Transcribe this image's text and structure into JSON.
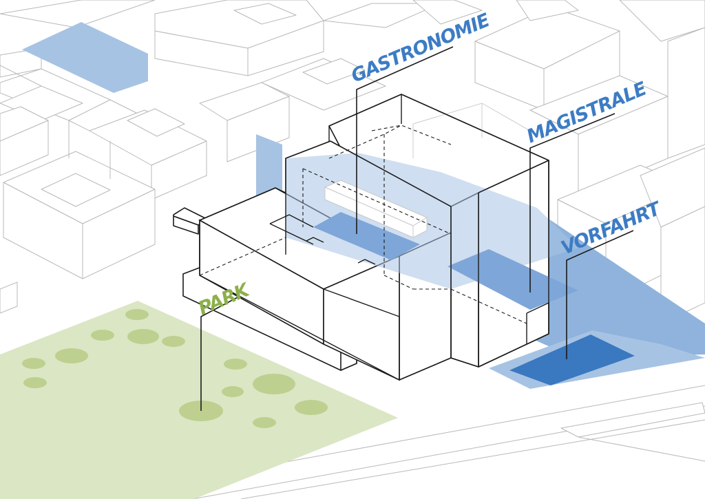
{
  "labels": {
    "gastronomie": "GASTRONOMIE",
    "magistrale": "MAGISTRALE",
    "vorfahrt": "VORFAHRT",
    "park": "PARK"
  },
  "colors": {
    "blue_light": "#a7c3e3",
    "blue_mid": "#8fb3dc",
    "blue_dark": "#3a78bf",
    "label_blue": "#3d7cc4",
    "green_area": "#dbe6c4",
    "green_circle": "#bdd08f",
    "green_label": "#8db04a",
    "context_line": "#b8b8b8",
    "building_line": "#1a1a1a"
  }
}
